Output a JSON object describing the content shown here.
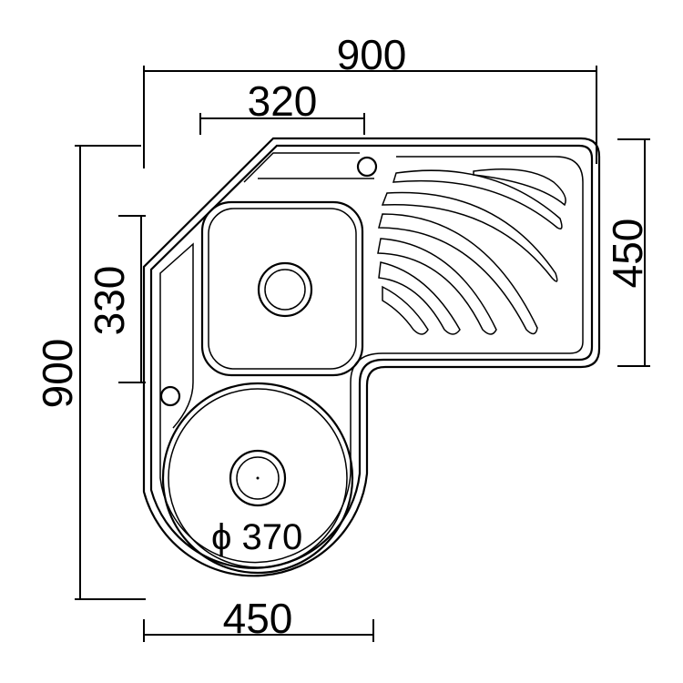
{
  "title": "Corner sink dimension drawing",
  "dimensions": {
    "overall_width": "900",
    "overall_depth": "900",
    "bowl_width": "320",
    "bowl_depth": "330",
    "drainboard_depth": "450",
    "round_bowl_width": "450",
    "round_bowl_diameter": "ϕ 370"
  },
  "colors": {
    "line": "#000000",
    "background": "#ffffff"
  }
}
